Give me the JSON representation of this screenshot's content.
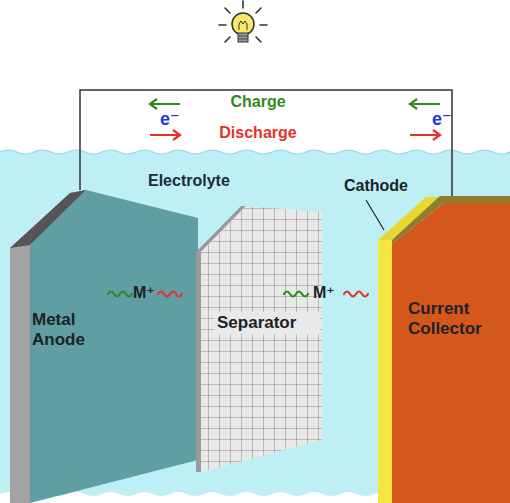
{
  "diagram": {
    "nodes": [
      {
        "text": [
          "Metal Anode"
        ]
      },
      {
        "text": [
          "Separator"
        ]
      },
      {
        "text": [
          "Current Collector"
        ]
      }
    ],
    "edges": [
      {
        "from": 0,
        "to": 2,
        "arrow": "none"
      }
    ],
    "labels": [
      "Charge",
      "e⁻",
      "e⁻",
      "Discharge",
      "Electrolyte",
      "Cathode",
      "M⁺",
      "M⁺"
    ]
  }
}
